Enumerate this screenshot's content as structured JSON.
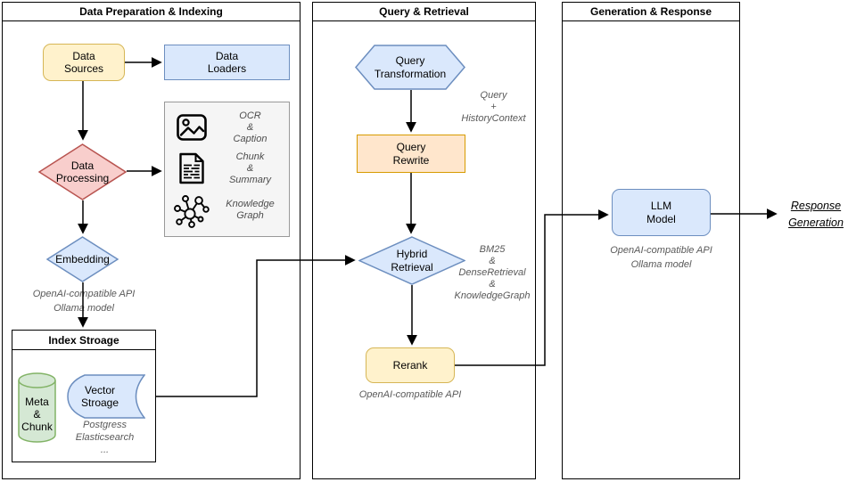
{
  "diagram": {
    "sections": [
      {
        "title": "Data Preparation & Indexing"
      },
      {
        "title": "Query & Retrieval"
      },
      {
        "title": "Generation & Response"
      }
    ],
    "nodes": {
      "data_sources": {
        "label": "Data\nSources"
      },
      "data_loaders": {
        "label": "Data\nLoaders"
      },
      "data_processing": {
        "label": "Data\nProcessing"
      },
      "processing_details": {
        "items": [
          {
            "icon": "image-icon",
            "label": "OCR\n&\nCaption"
          },
          {
            "icon": "document-icon",
            "label": "Chunk\n&\nSummary"
          },
          {
            "icon": "knowledge-graph-icon",
            "label": "Knowledge\nGraph"
          }
        ]
      },
      "embedding": {
        "label": "Embedding",
        "note": "OpenAI-compatible API\nOllama model"
      },
      "index_storage": {
        "title": "Index Stroage",
        "meta_chunk": {
          "label": "Meta\n&\nChunk"
        },
        "vector_storage": {
          "label": "Vector\nStroage",
          "note": "Postgress\nElasticsearch\n..."
        }
      },
      "query_transformation": {
        "label": "Query\nTransformation",
        "note": "Query\n+\nHistoryContext"
      },
      "query_rewrite": {
        "label": "Query\nRewrite"
      },
      "hybrid_retrieval": {
        "label": "Hybrid\nRetrieval",
        "note": "BM25\n&\nDenseRetrieval\n&\nKnowledgeGraph"
      },
      "rerank": {
        "label": "Rerank",
        "note": "OpenAI-compatible API"
      },
      "llm_model": {
        "label": "LLM\nModel",
        "note": "OpenAI-compatible API\nOllama model"
      },
      "response_generation": {
        "label": "Response\nGeneration"
      }
    },
    "colors": {
      "yellow_fill": "#FFF2CC",
      "yellow_border": "#D6B656",
      "blue_fill": "#DAE8FC",
      "blue_border": "#6C8EBF",
      "red_fill": "#F8CECC",
      "red_border": "#B85450",
      "green_fill": "#D5E8D4",
      "green_border": "#82B366",
      "orange_fill": "#FFE6CC",
      "orange_border": "#D79B00",
      "detail_box_fill": "#F5F5F5",
      "note_text": "#595959",
      "line": "#000000"
    }
  }
}
